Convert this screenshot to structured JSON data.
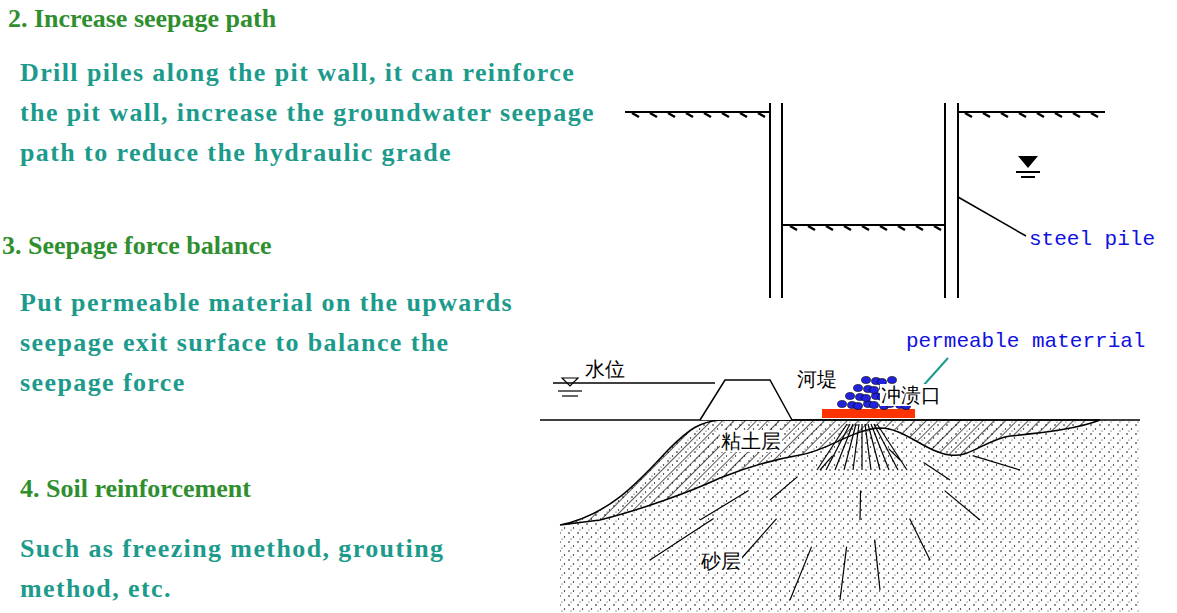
{
  "diagram": {
    "labels": [
      "2. Increase seepage path",
      "Drill piles along the pit wall, it can reinforce the pit wall, increase the groundwater seepage path to reduce the hydraulic grade",
      "3. Seepage force balance",
      "Put permeable material on the upwards seepage exit surface to balance the seepage force",
      "4. Soil reinforcement",
      "Such as freezing method, grouting method, etc.",
      "steel pile",
      "permeable materrial",
      "水位",
      "河堤",
      "冲溃口",
      "粘土层",
      "砂层"
    ]
  }
}
